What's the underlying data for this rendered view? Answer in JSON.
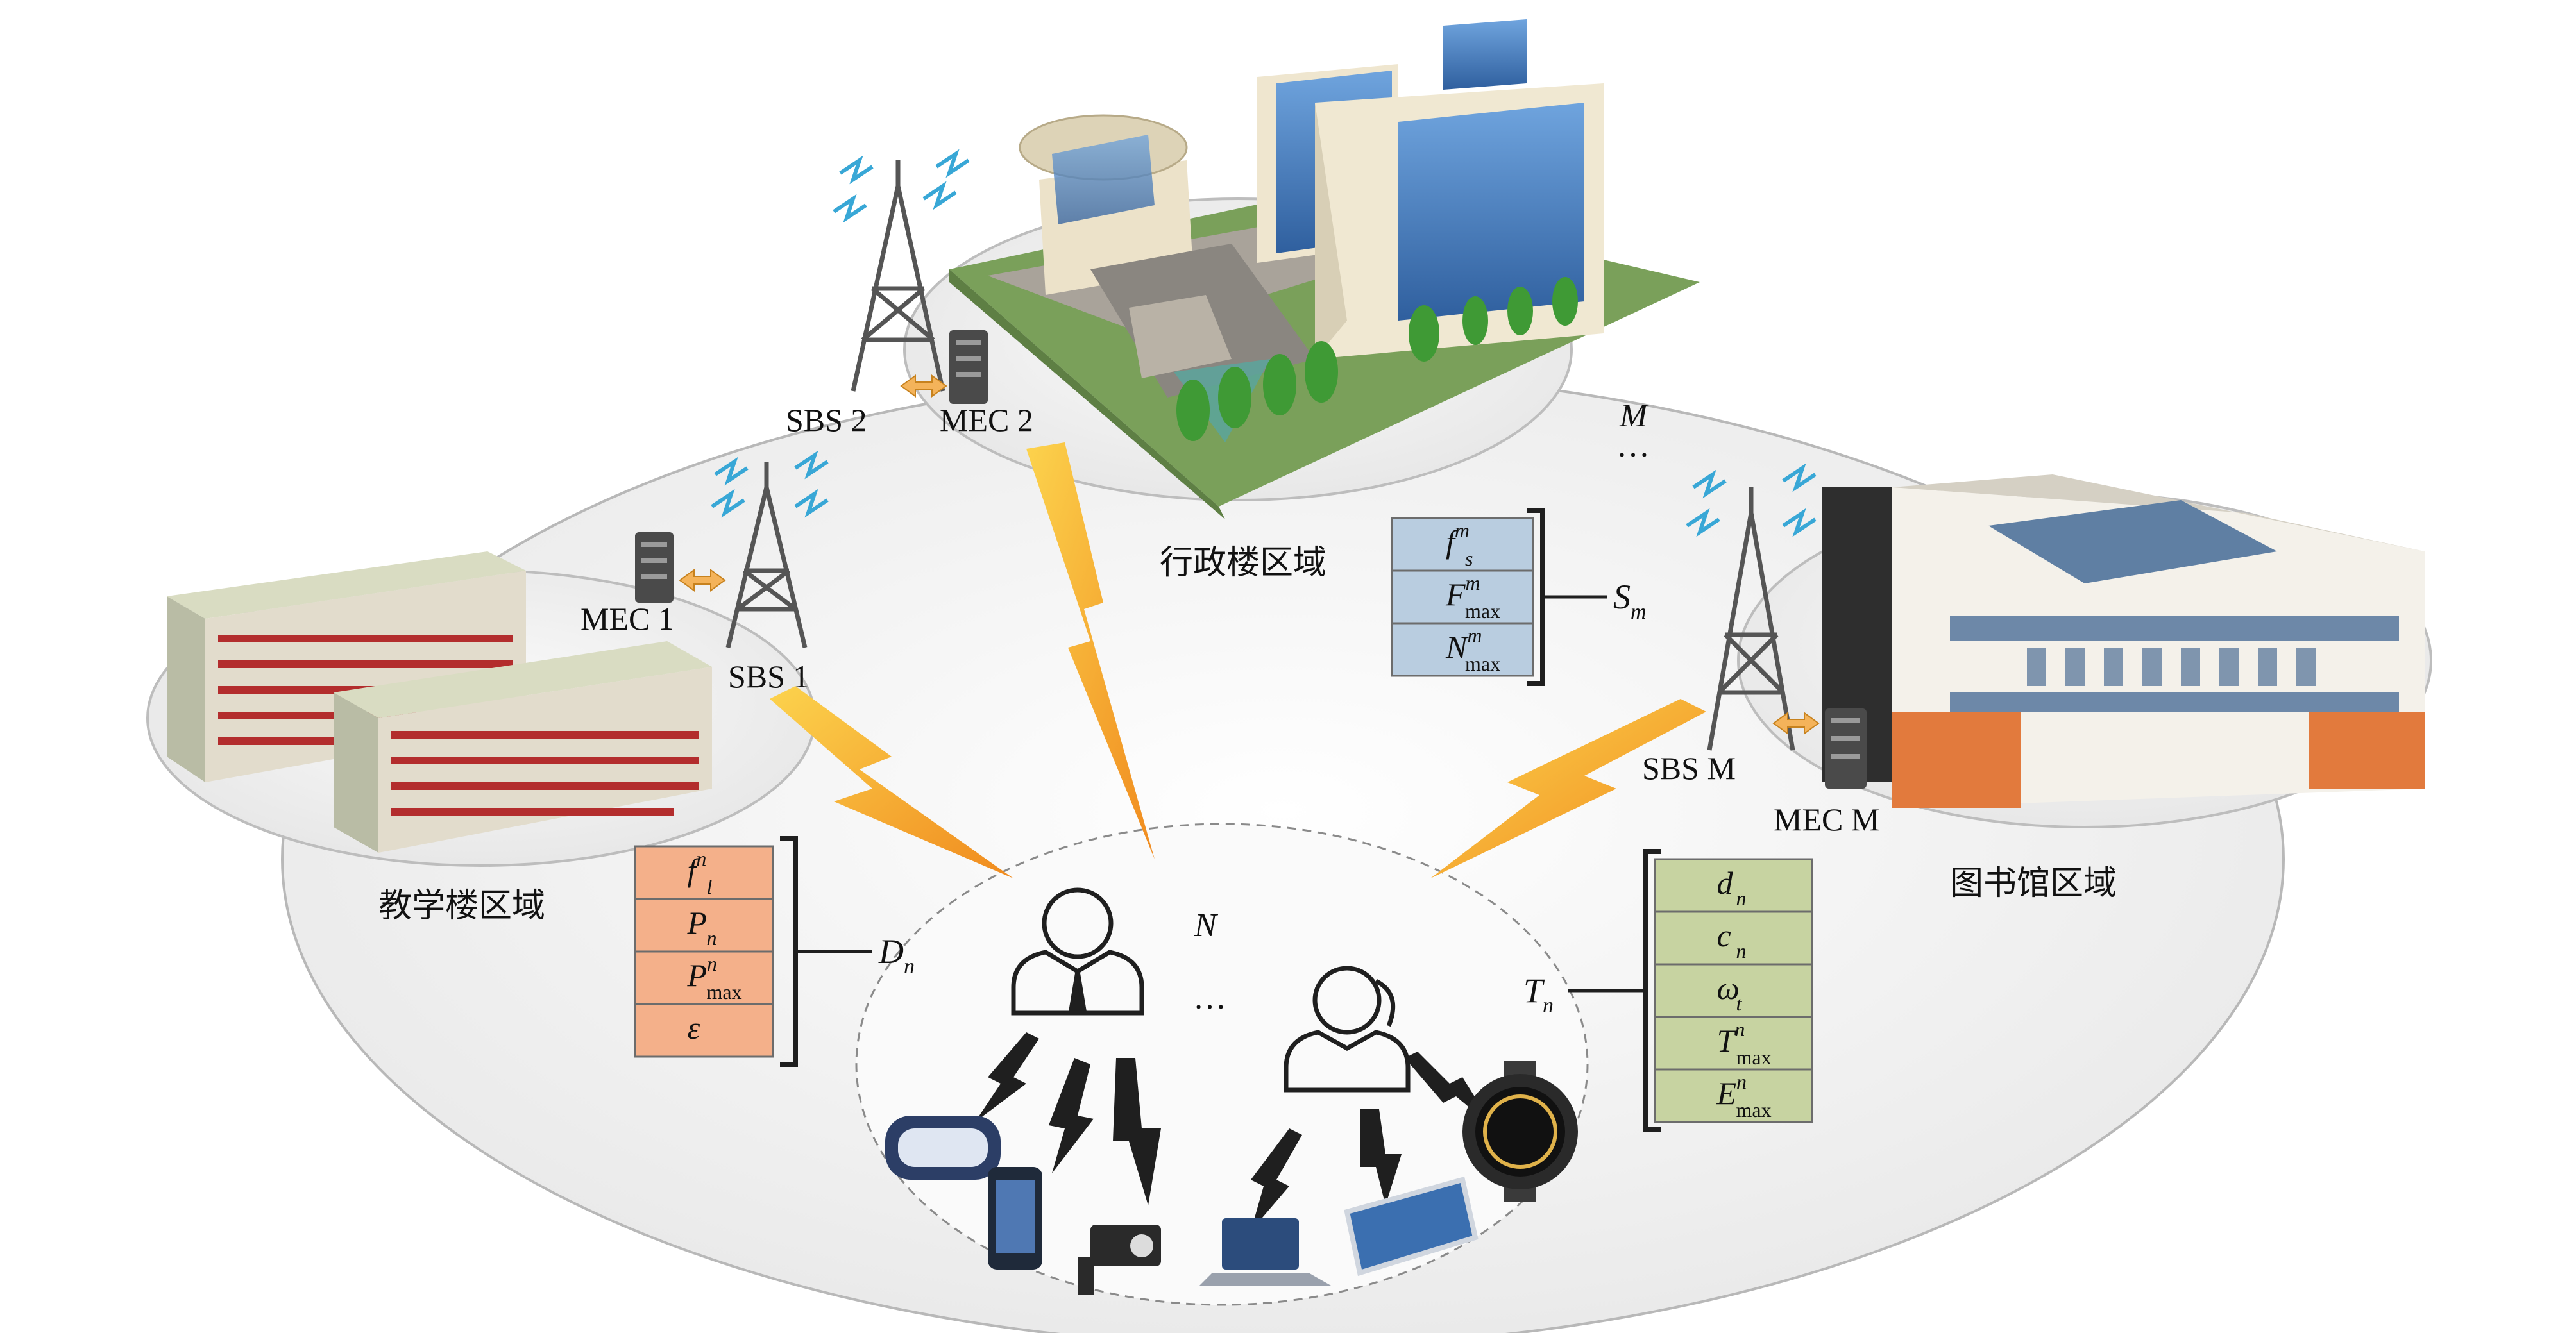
{
  "zones": {
    "admin": "行政楼区域",
    "teaching": "教学楼区域",
    "library": "图书馆区域"
  },
  "stations": {
    "sbs1": "SBS 1",
    "sbs2": "SBS 2",
    "sbsm": "SBS M",
    "mec1": "MEC 1",
    "mec2": "MEC 2",
    "mecm": "MEC M"
  },
  "counts": {
    "m_label": "M",
    "m_dots": "…",
    "n_label": "N",
    "n_dots": "…"
  },
  "server_params": {
    "label": "S",
    "label_sub": "m",
    "rows": [
      {
        "main": "f",
        "sup": "m",
        "sub": "s"
      },
      {
        "main": "F",
        "sup": "m",
        "sub": "max"
      },
      {
        "main": "N",
        "sup": "m",
        "sub": "max"
      }
    ]
  },
  "device_params": {
    "label": "D",
    "label_sub": "n",
    "rows": [
      {
        "main": "f",
        "sup": "n",
        "sub": "l"
      },
      {
        "main": "P",
        "sup": "",
        "sub": "n"
      },
      {
        "main": "P",
        "sup": "n",
        "sub": "max"
      },
      {
        "main": "ε",
        "sup": "",
        "sub": ""
      }
    ]
  },
  "task_params": {
    "label": "T",
    "label_sub": "n",
    "rows": [
      {
        "main": "d",
        "sup": "",
        "sub": "n"
      },
      {
        "main": "c",
        "sup": "",
        "sub": "n"
      },
      {
        "main": "ω",
        "sup": "",
        "sub": "t"
      },
      {
        "main": "T",
        "sup": "n",
        "sub": "max"
      },
      {
        "main": "E",
        "sup": "n",
        "sub": "max"
      }
    ]
  },
  "colors": {
    "server_table": "#b9cde0",
    "device_table": "#f4b08a",
    "task_table": "#c7d3a1",
    "lightning": "#f4a62a",
    "zone_fill": "#f1f1f1"
  }
}
